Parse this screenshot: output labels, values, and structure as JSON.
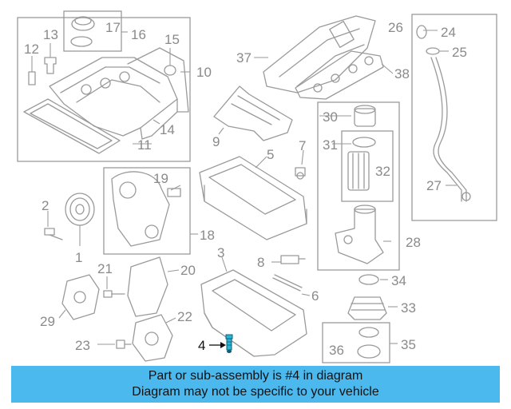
{
  "diagram": {
    "labels": {
      "p1": "1",
      "p2": "2",
      "p3": "3",
      "p4": "4",
      "p5": "5",
      "p6": "6",
      "p7": "7",
      "p8": "8",
      "p9": "9",
      "p10": "10",
      "p11": "11",
      "p12": "12",
      "p13": "13",
      "p14": "14",
      "p15": "15",
      "p16": "16",
      "p17": "17",
      "p18": "18",
      "p19": "19",
      "p20": "20",
      "p21": "21",
      "p22": "22",
      "p23": "23",
      "p24": "24",
      "p25": "25",
      "p26": "26",
      "p27": "27",
      "p28": "28",
      "p29": "29",
      "p30": "30",
      "p31": "31",
      "p32": "32",
      "p33": "33",
      "p34": "34",
      "p35": "35",
      "p36": "36",
      "p37": "37",
      "p38": "38"
    },
    "highlighted_part": "4",
    "highlight_color": "#2bb5d6"
  },
  "banner": {
    "line1": "Part or sub-assembly is #4 in diagram",
    "line2": "Diagram may not be specific to your vehicle",
    "color": "#4bb8ee"
  }
}
